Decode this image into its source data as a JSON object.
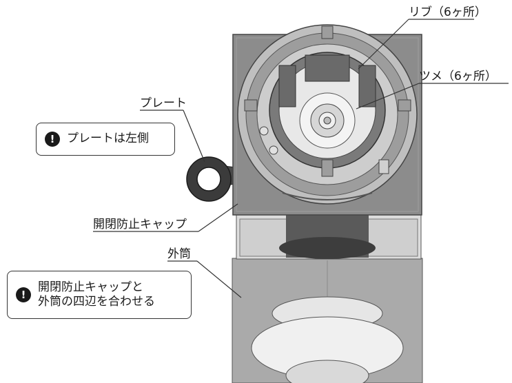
{
  "labels": {
    "rib": "リブ（6ヶ所）",
    "claw": "ツメ（6ヶ所）",
    "plate": "プレート",
    "cap": "開閉防止キャップ",
    "outer_tube": "外筒"
  },
  "callouts": {
    "plate_left": "プレートは左側",
    "align_line1": "開閉防止キャップと",
    "align_line2": "外筒の四辺を合わせる"
  },
  "colors": {
    "cap_gray": "#8c8c8c",
    "tube_gray": "#b0b0b0",
    "line": "#333333"
  }
}
